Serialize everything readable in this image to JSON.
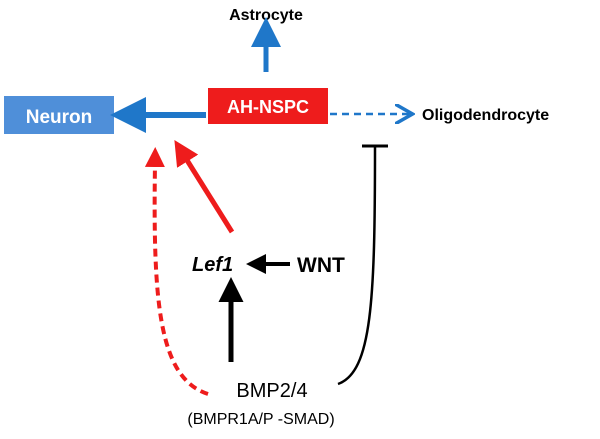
{
  "nodes": {
    "astrocyte": "Astrocyte",
    "neuron": "Neuron",
    "ahnspc": "AH-NSPC",
    "oligodendrocyte": "Oligodendrocyte",
    "lef1": "Lef1",
    "wnt": "WNT",
    "bmp": "BMP2/4",
    "receptor": "(BMPR1A/P -SMAD)"
  },
  "colors": {
    "blue": "#1f77c9",
    "neuron_box": "#4f8fd9",
    "red": "#ee1c1c",
    "black": "#000000"
  }
}
